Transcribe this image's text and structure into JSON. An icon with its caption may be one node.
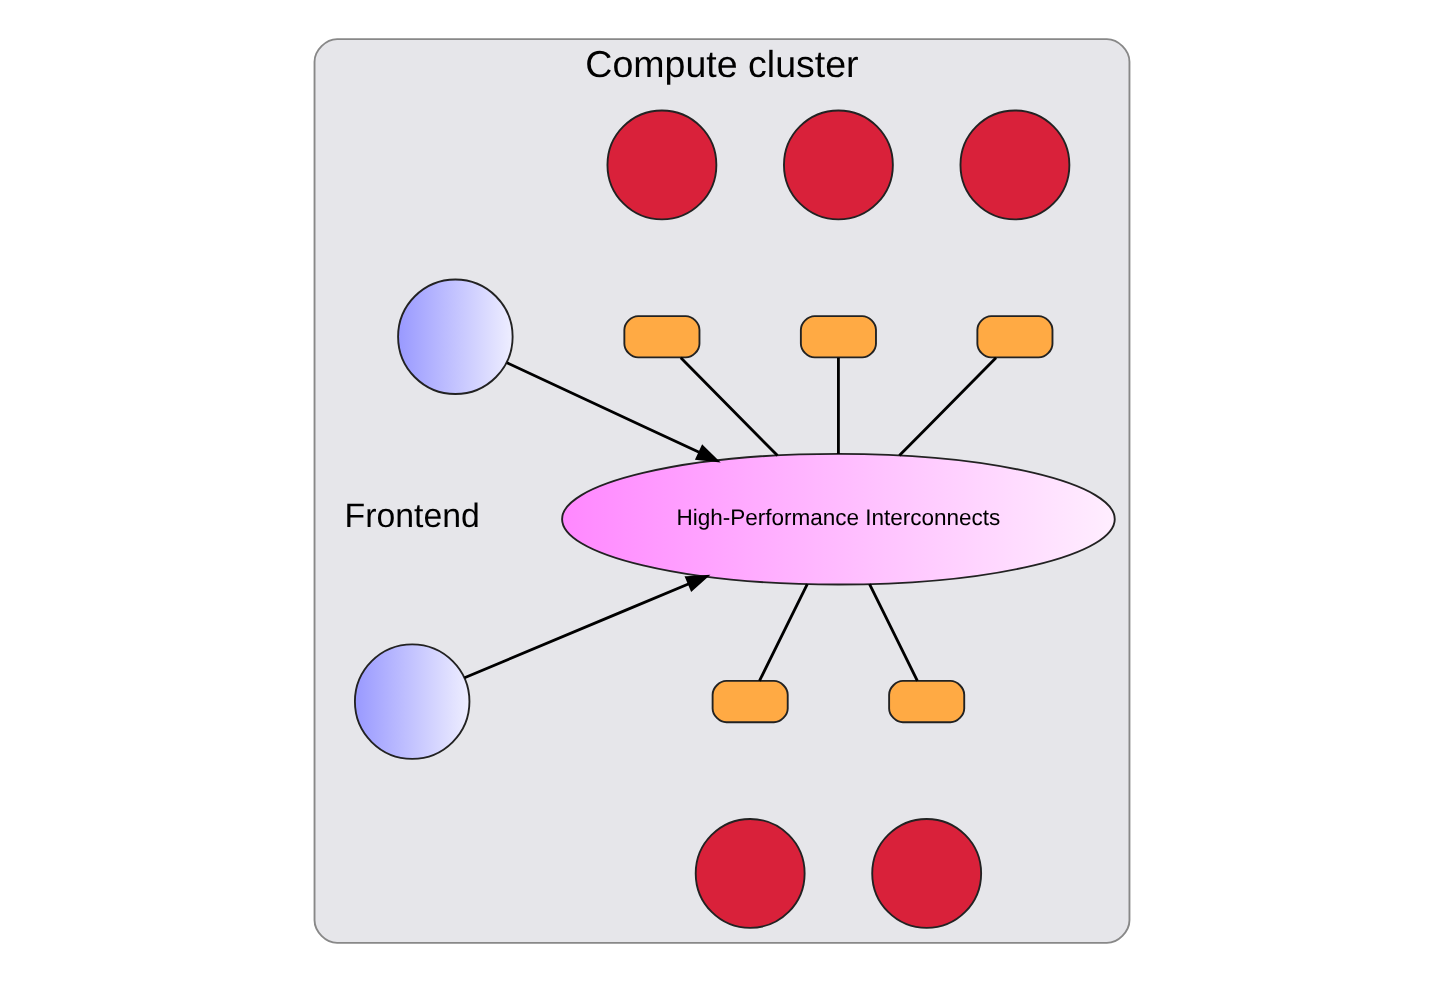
{
  "diagram": {
    "nodes": [
      {
        "text": [
          "Compute cluster"
        ]
      },
      {
        "text": [],
        "shape": "circle",
        "in": 0
      },
      {
        "text": [],
        "shape": "box",
        "in": 0
      },
      {
        "text": [],
        "shape": "circle",
        "in": 0
      },
      {
        "text": [],
        "shape": "box",
        "in": 0
      },
      {
        "text": [],
        "shape": "circle",
        "in": 0
      },
      {
        "text": [],
        "shape": "box",
        "in": 0
      },
      {
        "text": [],
        "shape": "circle",
        "in": 0
      },
      {
        "text": [
          "High-Performance Interconnects"
        ],
        "in": 0
      },
      {
        "text": [],
        "shape": "box",
        "in": 0
      },
      {
        "text": [],
        "shape": "box",
        "in": 0
      },
      {
        "text": [],
        "shape": "circle",
        "in": 0
      },
      {
        "text": [],
        "shape": "circle",
        "in": 0
      },
      {
        "text": [],
        "shape": "circle",
        "in": 0
      }
    ],
    "edges": [
      {
        "from": 7,
        "to": 8,
        "arrow": "to"
      },
      {
        "from": 11,
        "to": 8,
        "arrow": "to"
      },
      {
        "from": 2,
        "to": 8,
        "arrow": "none"
      },
      {
        "from": 4,
        "to": 8,
        "arrow": "none"
      },
      {
        "from": 6,
        "to": 8,
        "arrow": "none"
      },
      {
        "from": 8,
        "to": 9,
        "arrow": "none"
      },
      {
        "from": 8,
        "to": 10,
        "arrow": "none"
      }
    ],
    "labels": [
      "Frontend"
    ]
  }
}
